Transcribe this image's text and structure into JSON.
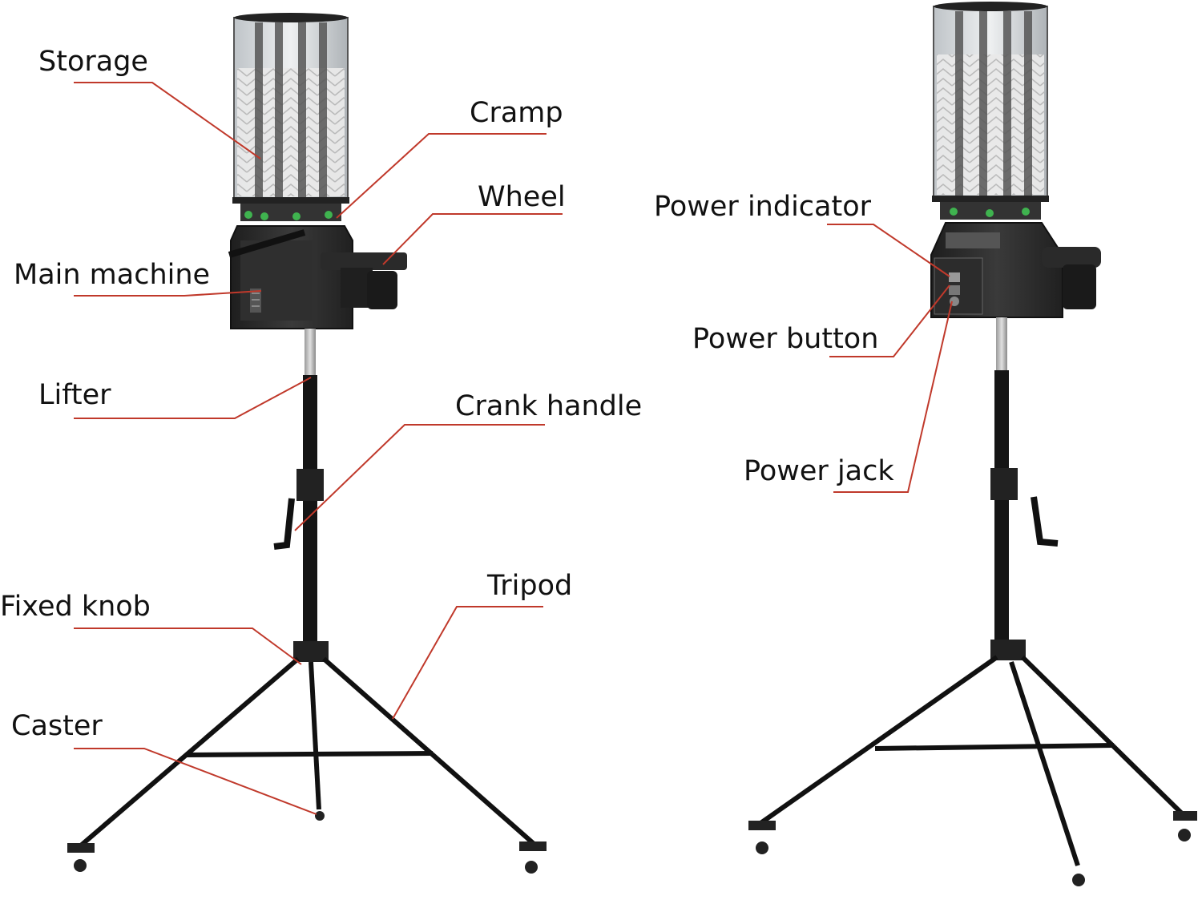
{
  "diagram": {
    "left_machine_labels": {
      "storage": "Storage",
      "cramp": "Cramp",
      "wheel": "Wheel",
      "main_machine": "Main machine",
      "lifter": "Lifter",
      "crank_handle": "Crank handle",
      "fixed_knob": "Fixed knob",
      "tripod": "Tripod",
      "caster": "Caster"
    },
    "right_machine_labels": {
      "power_indicator": "Power indicator",
      "power_button": "Power button",
      "power_jack": "Power jack"
    }
  },
  "colors": {
    "leader_line": "#c0392b",
    "machine_body": "#2b2b2b",
    "stand_metal": "#1a1a1a",
    "tube_shell": "#d9dde0",
    "shuttle": "#e6e6e6",
    "accent_green": "#3fb34f",
    "label_text": "#111111"
  }
}
